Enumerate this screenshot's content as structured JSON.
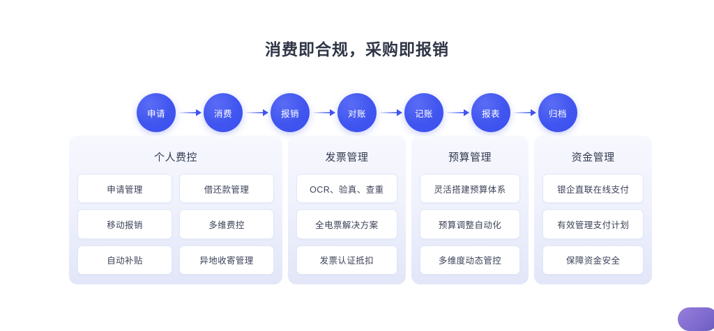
{
  "page": {
    "title": "消费即合规，采购即报销",
    "background": "#ffffff",
    "accent": "#4154ef",
    "title_color": "#2f3546"
  },
  "flow": {
    "nodes": [
      {
        "label": "申请"
      },
      {
        "label": "消费"
      },
      {
        "label": "报销"
      },
      {
        "label": "对账"
      },
      {
        "label": "记账"
      },
      {
        "label": "报表"
      },
      {
        "label": "归档"
      }
    ]
  },
  "panels": [
    {
      "title": "个人费控",
      "cards": [
        "申请管理",
        "借还款管理",
        "移动报销",
        "多维费控",
        "自动补贴",
        "异地收寄管理"
      ]
    },
    {
      "title": "发票管理",
      "cards": [
        "OCR、验真、查重",
        "全电票解决方案",
        "发票认证抵扣"
      ]
    },
    {
      "title": "预算管理",
      "cards": [
        "灵活搭建预算体系",
        "预算调整自动化",
        "多维度动态管控"
      ]
    },
    {
      "title": "资金管理",
      "cards": [
        "银企直联在线支付",
        "有效管理支付计划",
        "保障资金安全"
      ]
    }
  ]
}
